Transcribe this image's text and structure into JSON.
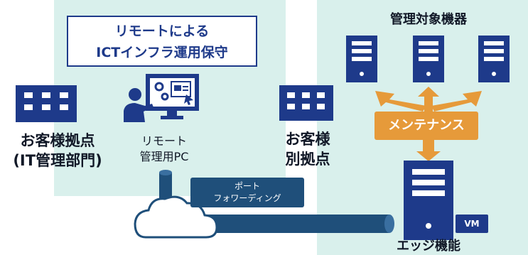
{
  "title": {
    "line1": "リモートによる",
    "line2": "ICTインフラ運用保守"
  },
  "customer_hq": {
    "line1": "お客様拠点",
    "line2": "(IT管理部門)"
  },
  "remote_pc": {
    "line1": "リモート",
    "line2": "管理用PC"
  },
  "customer_branch": {
    "line1": "お客様",
    "line2": "別拠点"
  },
  "managed_devices": {
    "label": "管理対象機器"
  },
  "maintenance": {
    "label": "メンテナンス"
  },
  "port_forwarding": {
    "line1": "ポート",
    "line2": "フォワーディング"
  },
  "vm": {
    "label": "VM"
  },
  "edge": {
    "label": "エッジ機能"
  },
  "colors": {
    "navy": "#1e3a8a",
    "panel": "#d9f0ec",
    "orange": "#e69a3a",
    "pipe": "#1f4f7a"
  }
}
